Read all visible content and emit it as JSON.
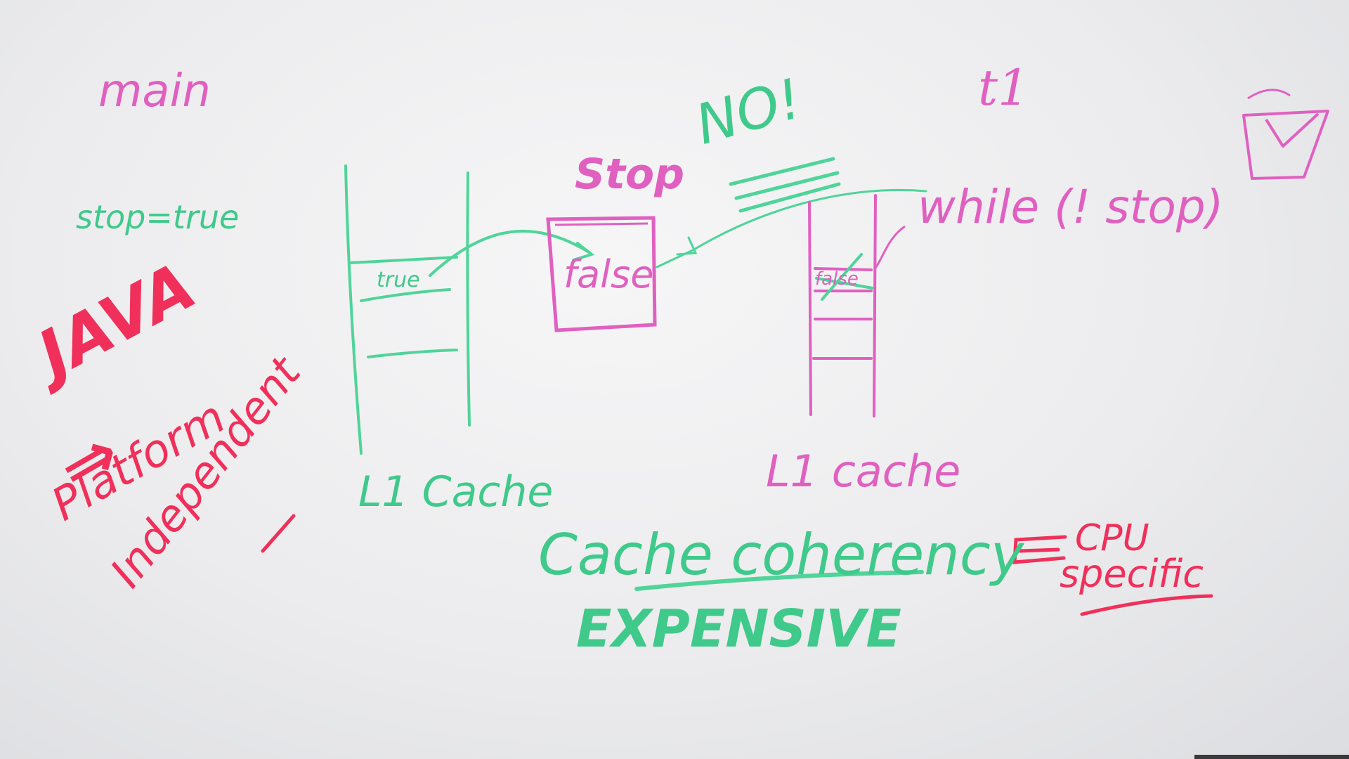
{
  "whiteboard": {
    "main": "main",
    "t1": "t1",
    "stop_true": "stop=true",
    "java": "JAVA",
    "implies": "⇒",
    "platform": "Platform",
    "independent": "Independent",
    "cache_left_label": "L1 Cache",
    "cache_left_cell": "true",
    "stop_label": "Stop",
    "stop_value": "false",
    "no": "NO!",
    "while_code": "while (! stop)",
    "cache_right_cell": "false",
    "cache_right_label": "L1 cache",
    "cache_coherency": "Cache coherency",
    "expensive": "EXPENSIVE",
    "cpu": "CPU",
    "specific": "specific"
  },
  "colors": {
    "pink": "#e060c0",
    "green": "#3fc98a",
    "red": "#f0305a"
  }
}
